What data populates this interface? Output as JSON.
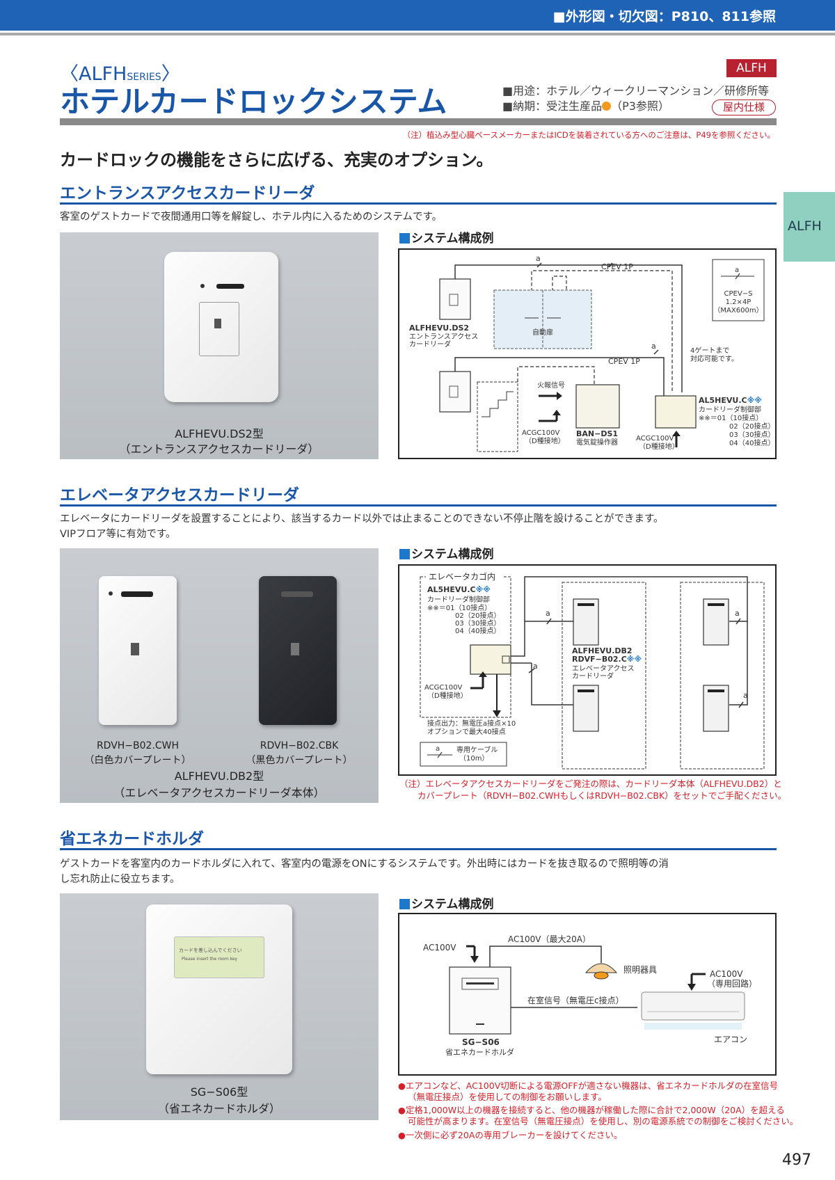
{
  "header": {
    "ref_text": "■外形図・切欠図：P810、811参照",
    "series_main": "〈ALFH",
    "series_small": "SERIES",
    "series_close": "〉",
    "title": "ホテルカードロックシステム",
    "badge": "ALFH",
    "spec_use": "■用途：ホテル／ウィークリーマンション／研修所等",
    "spec_delivery": "■納期：受注生産品",
    "spec_delivery_ref": "（P3参照）",
    "indoor_badge": "屋内仕様",
    "note": "（注）植込み型心臓ペースメーカーまたはICDを装着されている方へのご注意は、P49を参照ください。",
    "lead": "カードロックの機能をさらに広げる、充実のオプション。",
    "side_tab": "ALFH",
    "page_number": "497",
    "colors": {
      "brand_blue": "#1a56a8",
      "alert_red": "#d4202a",
      "side_tab": "#8fd0c1"
    }
  },
  "section1": {
    "heading": "エントランスアクセスカードリーダ",
    "description": "客室のゲストカードで夜間通用口等を解錠し、ホテル内に入るためのシステムです。",
    "photo_caption1": "ALFHEVU.DS2型",
    "photo_caption2": "（エントランスアクセスカードリーダ）",
    "system_label": "システム構成例",
    "diagram": {
      "cable_a": "a",
      "cpev": "CPEV 1P",
      "legend_a": "a",
      "legend_l1": "CPEV−S",
      "legend_l2": "1.2×4P",
      "legend_l3": "（MAX600m）",
      "reader_model": "ALFHEVU.DS2",
      "reader_l1": "エントランスアクセス",
      "reader_l2": "カードリーダ",
      "auto_door": "自動扉",
      "gate_note1": "4ゲートまで",
      "gate_note2": "対応可能です。",
      "fire_signal": "火報信号",
      "acgc": "ACGC100V",
      "ground": "（D種接地）",
      "ban_model": "BAN−DS1",
      "ban_label": "電気錠操作器",
      "al5_model": "AL5HEVU.C",
      "al5_suffix": "※※",
      "al5_label": "カードリーダ制御部",
      "opt1": "※※＝01（10接点）",
      "opt2": "02（20接点）",
      "opt3": "03（30接点）",
      "opt4": "04（40接点）"
    }
  },
  "section2": {
    "heading": "エレベータアクセスカードリーダ",
    "description1": "エレベータにカードリーダを設置することにより、該当するカード以外では止まることのできない不停止階を設けることができます。",
    "description2": "VIPフロア等に有効です。",
    "white_model": "RDVH−B02.CWH",
    "white_label": "（白色カバープレート）",
    "black_model": "RDVH−B02.CBK",
    "black_label": "（黒色カバープレート）",
    "photo_caption1": "ALFHEVU.DB2型",
    "photo_caption2": "（エレベータアクセスカードリーダ本体）",
    "system_label": "システム構成例",
    "diagram": {
      "cage": "エレベータカゴ内",
      "al5_model": "AL5HEVU.C",
      "al5_suffix": "※※",
      "al5_label": "カードリーダ制御部",
      "opt1": "※※＝01（10接点）",
      "opt2": "02（20接点）",
      "opt3": "03（30接点）",
      "opt4": "04（40接点）",
      "acgc": "ACGC100V",
      "ground": "（D種接地）",
      "contact1": "接点出力：無電圧a接点×10",
      "contact2": "オプションで最大40接点",
      "legend_a": "a",
      "legend_cable": "専用ケーブル",
      "legend_len": "（10m）",
      "cable_a": "a",
      "reader_model1": "ALFHEVU.DB2",
      "reader_model2": "RDVF−B02.C",
      "reader_suffix": "※※",
      "reader_l1": "エレベータアクセス",
      "reader_l2": "カードリーダ"
    },
    "note1": "（注）エレベータアクセスカードリーダをご発注の際は、カードリーダ本体（ALFHEVU.DB2）と",
    "note2": "カバープレート（RDVH−B02.CWHもしくはRDVH−B02.CBK）をセットでご手配ください。"
  },
  "section3": {
    "heading": "省エネカードホルダ",
    "description1": "ゲストカードを客室内のカードホルダに入れて、客室内の電源をONにするシステムです。外出時にはカードを抜き取るので照明等の消",
    "description2": "し忘れ防止に役立ちます。",
    "holder_jp": "カードを差し込んでください",
    "holder_en": "Please insert the room key",
    "photo_caption1": "SG−S06型",
    "photo_caption2": "（省エネカードホルダ）",
    "system_label": "システム構成例",
    "diagram": {
      "ac100_left": "AC100V",
      "ac100_max": "AC100V（最大20A）",
      "lighting": "照明器具",
      "ac100_right": "AC100V",
      "dedicated": "（専用回路）",
      "room_signal": "在室信号（無電圧c接点）",
      "aircon": "エアコン",
      "holder_model": "SG−S06",
      "holder_label": "省エネカードホルダ"
    },
    "notes": [
      "●エアコンなど、AC100V切断による電源OFFが適さない機器は、省エネカードホルダの在室信号",
      "（無電圧接点）を使用しての制御をお願いします。",
      "●定格1,000W以上の機器を接続すると、他の機器が稼働した際に合計で2,000W（20A）を超える",
      "可能性が高まります。在室信号（無電圧接点）を使用し、別の電源系統での制御をご検討ください。",
      "●一次側に必ず20Aの専用ブレーカーを設けてください。"
    ]
  }
}
